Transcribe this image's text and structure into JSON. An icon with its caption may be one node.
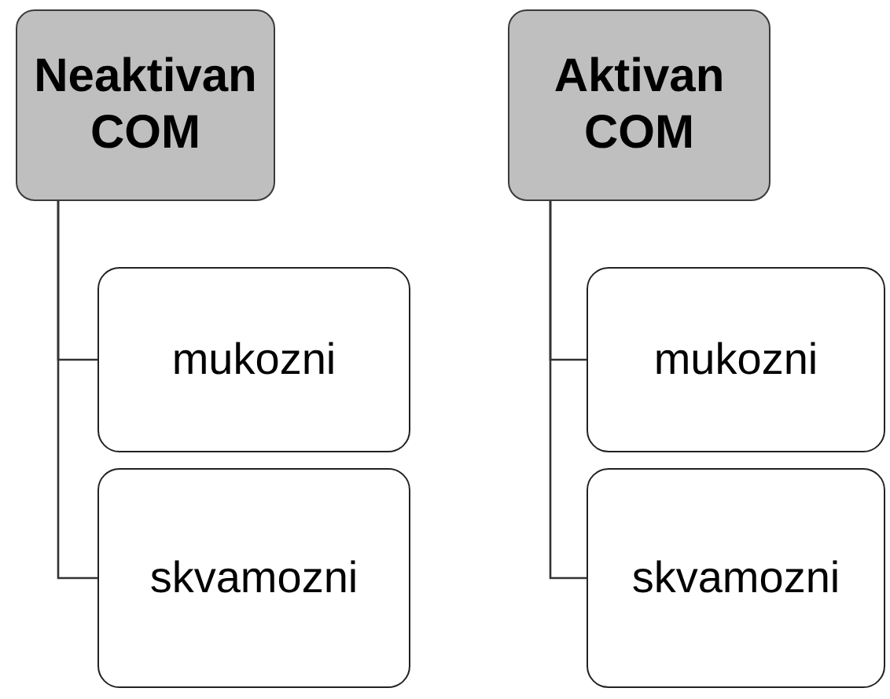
{
  "diagram": {
    "nodes": [
      {
        "text": [
          "Neaktivan COM"
        ]
      },
      {
        "text": [
          "mukozni"
        ]
      },
      {
        "text": [
          "skvamozni"
        ]
      },
      {
        "text": [
          "Aktivan COM"
        ]
      },
      {
        "text": [
          "mukozni"
        ]
      },
      {
        "text": [
          "skvamozni"
        ]
      }
    ],
    "edges": [
      {
        "from": 0,
        "to": 1,
        "arrow": "none"
      },
      {
        "from": 0,
        "to": 2,
        "arrow": "none"
      },
      {
        "from": 3,
        "to": 4,
        "arrow": "none"
      },
      {
        "from": 3,
        "to": 5,
        "arrow": "none"
      }
    ]
  }
}
